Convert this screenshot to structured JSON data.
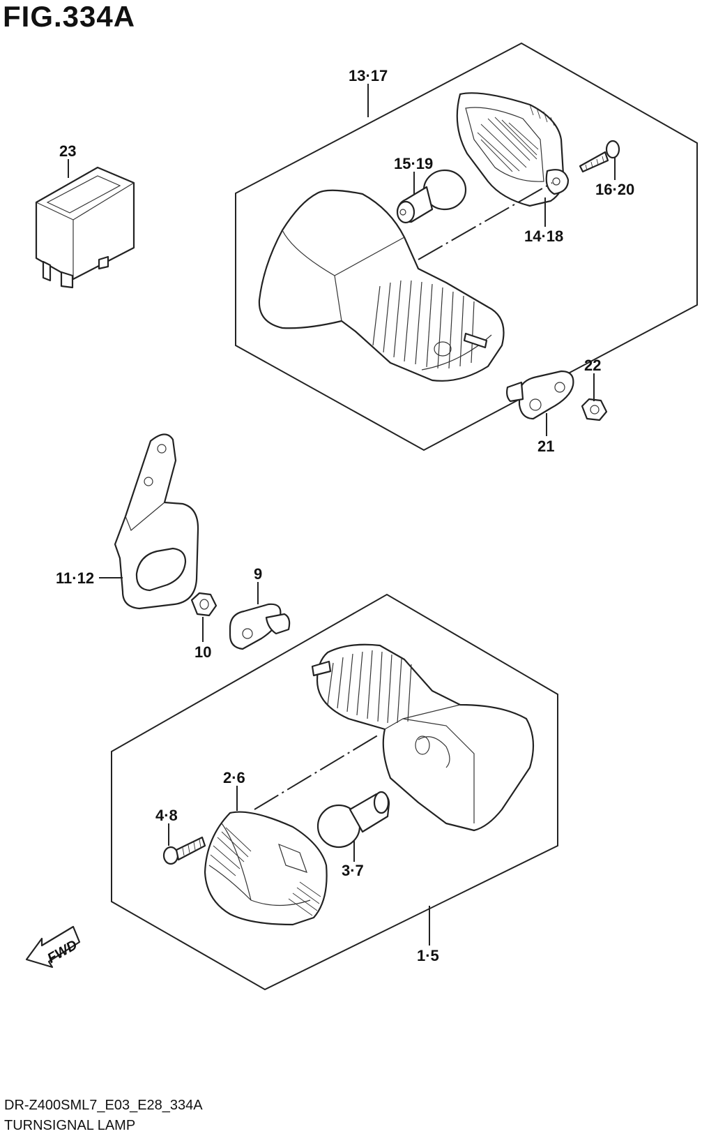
{
  "figure": {
    "title": "FIG.334A",
    "code": "DR-Z400SML7_E03_E28_334A",
    "name": "TURNSIGNAL LAMP"
  },
  "callouts": {
    "c13_17": "13·17",
    "c23": "23",
    "c15_19": "15·19",
    "c16_20": "16·20",
    "c14_18": "14·18",
    "c22": "22",
    "c21": "21",
    "c11_12": "11·12",
    "c9": "9",
    "c10": "10",
    "c2_6": "2·6",
    "c4_8": "4·8",
    "c3_7": "3·7",
    "c1_5": "1·5"
  },
  "direction": {
    "label": "FWD"
  }
}
